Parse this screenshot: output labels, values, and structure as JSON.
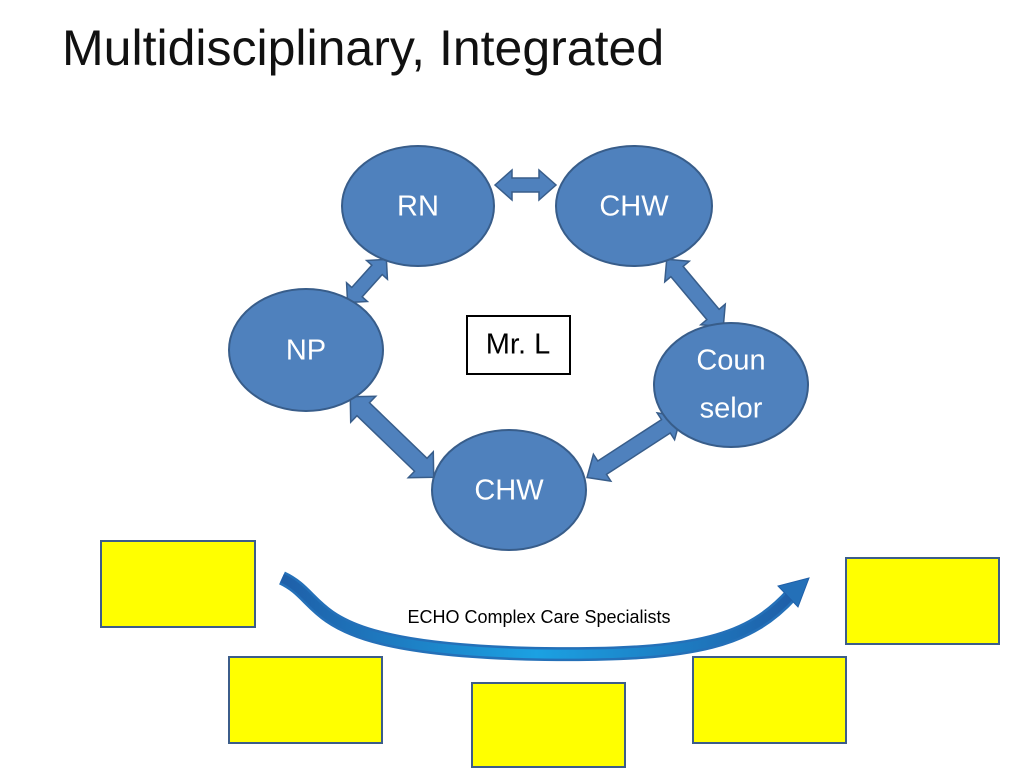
{
  "title": "Multidisciplinary, Integrated",
  "nodes": {
    "rn": "RN",
    "chw_top": "CHW",
    "np": "NP",
    "counselor_line1": "Coun",
    "counselor_line2": "selor",
    "chw_bottom": "CHW"
  },
  "center_label": "Mr. L",
  "arc_label": "ECHO Complex Care Specialists",
  "colors": {
    "node_fill": "#4f81bd",
    "node_stroke": "#385d8a",
    "box_fill": "#ffff00",
    "box_stroke": "#3c5d8a",
    "arc_blue": "#1ba1e2"
  }
}
